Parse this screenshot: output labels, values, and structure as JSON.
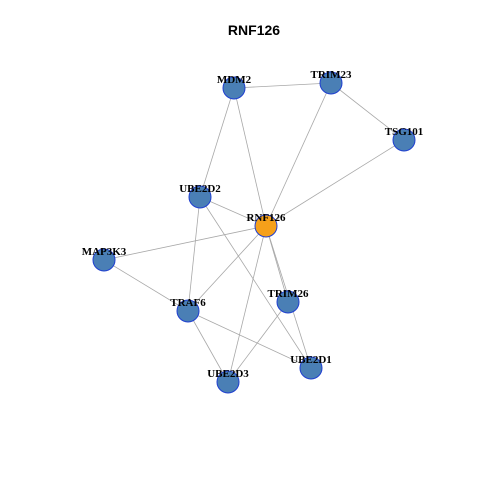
{
  "title": "RNF126",
  "colors": {
    "center": "#f5a01a",
    "node": "#4a7fb5",
    "node_border": "#1f3fd0",
    "edge": "#a8a8a8"
  },
  "nodes": [
    {
      "id": "RNF126",
      "label": "RNF126",
      "center": true
    },
    {
      "id": "MDM2",
      "label": "MDM2"
    },
    {
      "id": "TRIM23",
      "label": "TRIM23"
    },
    {
      "id": "TSG101",
      "label": "TSG101"
    },
    {
      "id": "UBE2D2",
      "label": "UBE2D2"
    },
    {
      "id": "MAP3K3",
      "label": "MAP3K3"
    },
    {
      "id": "TRAF6",
      "label": "TRAF6"
    },
    {
      "id": "TRIM26",
      "label": "TRIM26"
    },
    {
      "id": "UBE2D1",
      "label": "UBE2D1"
    },
    {
      "id": "UBE2D3",
      "label": "UBE2D3"
    }
  ],
  "edges": [
    [
      "MDM2",
      "TRIM23"
    ],
    [
      "MDM2",
      "UBE2D2"
    ],
    [
      "MDM2",
      "RNF126"
    ],
    [
      "TRIM23",
      "TSG101"
    ],
    [
      "TRIM23",
      "RNF126"
    ],
    [
      "TSG101",
      "RNF126"
    ],
    [
      "UBE2D2",
      "RNF126"
    ],
    [
      "UBE2D2",
      "TRAF6"
    ],
    [
      "UBE2D2",
      "UBE2D1"
    ],
    [
      "MAP3K3",
      "RNF126"
    ],
    [
      "MAP3K3",
      "TRAF6"
    ],
    [
      "RNF126",
      "TRAF6"
    ],
    [
      "RNF126",
      "TRIM26"
    ],
    [
      "RNF126",
      "UBE2D1"
    ],
    [
      "RNF126",
      "UBE2D3"
    ],
    [
      "TRAF6",
      "UBE2D1"
    ],
    [
      "TRAF6",
      "UBE2D3"
    ],
    [
      "TRIM26",
      "UBE2D3"
    ]
  ]
}
